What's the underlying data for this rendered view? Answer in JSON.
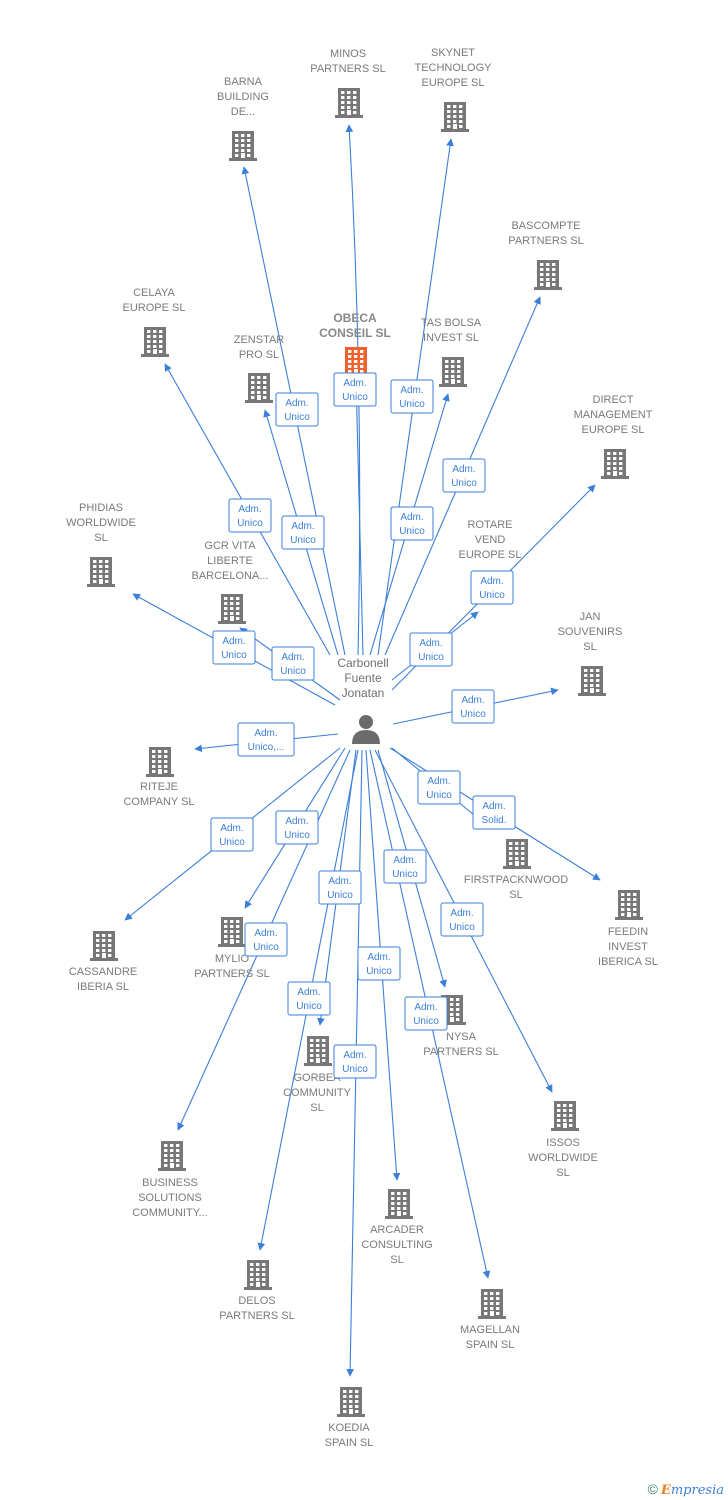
{
  "center": {
    "label_lines": [
      "Carbonell",
      "Fuente",
      "Jonatan"
    ],
    "icon": "person-icon"
  },
  "nodes": [
    {
      "id": "obeca",
      "lines": [
        "OBECA",
        "CONSEIL  SL"
      ],
      "highlight": true,
      "edge_label": [
        "Adm.",
        "Unico"
      ]
    },
    {
      "id": "minos",
      "lines": [
        "MINOS",
        "PARTNERS  SL"
      ],
      "edge_label": [
        "Adm.",
        "Unico"
      ]
    },
    {
      "id": "skynet",
      "lines": [
        "SKYNET",
        "TECHNOLOGY",
        "EUROPE  SL"
      ],
      "edge_label": [
        "Adm.",
        "Unico"
      ]
    },
    {
      "id": "barna",
      "lines": [
        "BARNA",
        "BUILDING",
        "DE..."
      ],
      "edge_label": [
        "Adm.",
        "Unico"
      ]
    },
    {
      "id": "bascompte",
      "lines": [
        "BASCOMPTE",
        "PARTNERS SL"
      ],
      "edge_label": [
        "Adm.",
        "Unico"
      ]
    },
    {
      "id": "celaya",
      "lines": [
        "CELAYA",
        "EUROPE  SL"
      ],
      "edge_label": [
        "Adm.",
        "Unico"
      ]
    },
    {
      "id": "zenstar",
      "lines": [
        "ZENSTAR",
        "PRO  SL"
      ],
      "edge_label": [
        "Adm.",
        "Unico"
      ]
    },
    {
      "id": "tasbolsa",
      "lines": [
        "TAS BOLSA",
        "INVEST SL"
      ],
      "edge_label": [
        "Adm.",
        "Unico"
      ]
    },
    {
      "id": "direct",
      "lines": [
        "DIRECT",
        "MANAGEMENT",
        "EUROPE SL"
      ],
      "edge_label": [
        "Adm.",
        "Unico"
      ]
    },
    {
      "id": "phidias",
      "lines": [
        "PHIDIAS",
        "WORLDWIDE",
        "SL"
      ],
      "edge_label": [
        "Adm.",
        "Unico"
      ]
    },
    {
      "id": "gcr",
      "lines": [
        "GCR VITA",
        "LIBERTE",
        "BARCELONA..."
      ],
      "edge_label": [
        "Adm.",
        "Unico"
      ]
    },
    {
      "id": "rotare",
      "lines": [
        "ROTARE",
        "VEND",
        "EUROPE  SL"
      ],
      "edge_label": [
        "Adm.",
        "Unico"
      ]
    },
    {
      "id": "jan",
      "lines": [
        "JAN",
        "SOUVENIRS",
        "SL"
      ],
      "edge_label": [
        "Adm.",
        "Unico"
      ]
    },
    {
      "id": "riteje",
      "lines": [
        "RITEJE",
        "COMPANY SL"
      ],
      "edge_label": [
        "Adm.",
        "Unico,..."
      ]
    },
    {
      "id": "firstpack",
      "lines": [
        "FIRSTPACKNWOOD",
        "SL"
      ],
      "edge_label": [
        "Adm.",
        "Unico"
      ]
    },
    {
      "id": "feedin",
      "lines": [
        "FEEDIN",
        "INVEST",
        "IBERICA SL"
      ],
      "edge_label": [
        "Adm.",
        "Solid."
      ]
    },
    {
      "id": "cassandre",
      "lines": [
        "CASSANDRE",
        "IBERIA  SL"
      ],
      "edge_label": [
        "Adm.",
        "Unico"
      ]
    },
    {
      "id": "mylio",
      "lines": [
        "MYLIO",
        "PARTNERS  SL"
      ],
      "edge_label": [
        "Adm.",
        "Unico"
      ]
    },
    {
      "id": "nysa",
      "lines": [
        "NYSA",
        "PARTNERS  SL"
      ],
      "edge_label": [
        "Adm.",
        "Unico"
      ]
    },
    {
      "id": "gorbea",
      "lines": [
        "GORBEA",
        "COMMUNITY",
        "SL"
      ],
      "edge_label": [
        "Adm.",
        "Unico"
      ]
    },
    {
      "id": "issos",
      "lines": [
        "ISSOS",
        "WORLDWIDE",
        "SL"
      ],
      "edge_label": [
        "Adm.",
        "Unico"
      ]
    },
    {
      "id": "business",
      "lines": [
        "BUSINESS",
        "SOLUTIONS",
        "COMMUNITY..."
      ],
      "edge_label": [
        "Adm.",
        "Unico"
      ]
    },
    {
      "id": "arcader",
      "lines": [
        "ARCADER",
        "CONSULTING",
        "SL"
      ],
      "edge_label": [
        "Adm.",
        "Unico"
      ]
    },
    {
      "id": "delos",
      "lines": [
        "DELOS",
        "PARTNERS  SL"
      ],
      "edge_label": [
        "Adm.",
        "Unico"
      ]
    },
    {
      "id": "magellan",
      "lines": [
        "MAGELLAN",
        "SPAIN  SL"
      ],
      "edge_label": [
        "Adm.",
        "Unico"
      ]
    },
    {
      "id": "koedia",
      "lines": [
        "KOEDIA",
        "SPAIN  SL"
      ],
      "edge_label": [
        "Adm.",
        "Unico"
      ]
    }
  ],
  "colors": {
    "edge": "#3b7fd9",
    "building": "#777777",
    "highlight_building": "#f0622d",
    "person": "#6b6b6b"
  },
  "footer": {
    "copyright_symbol": "©",
    "brand_initial": "E",
    "brand_rest": "mpresia"
  }
}
